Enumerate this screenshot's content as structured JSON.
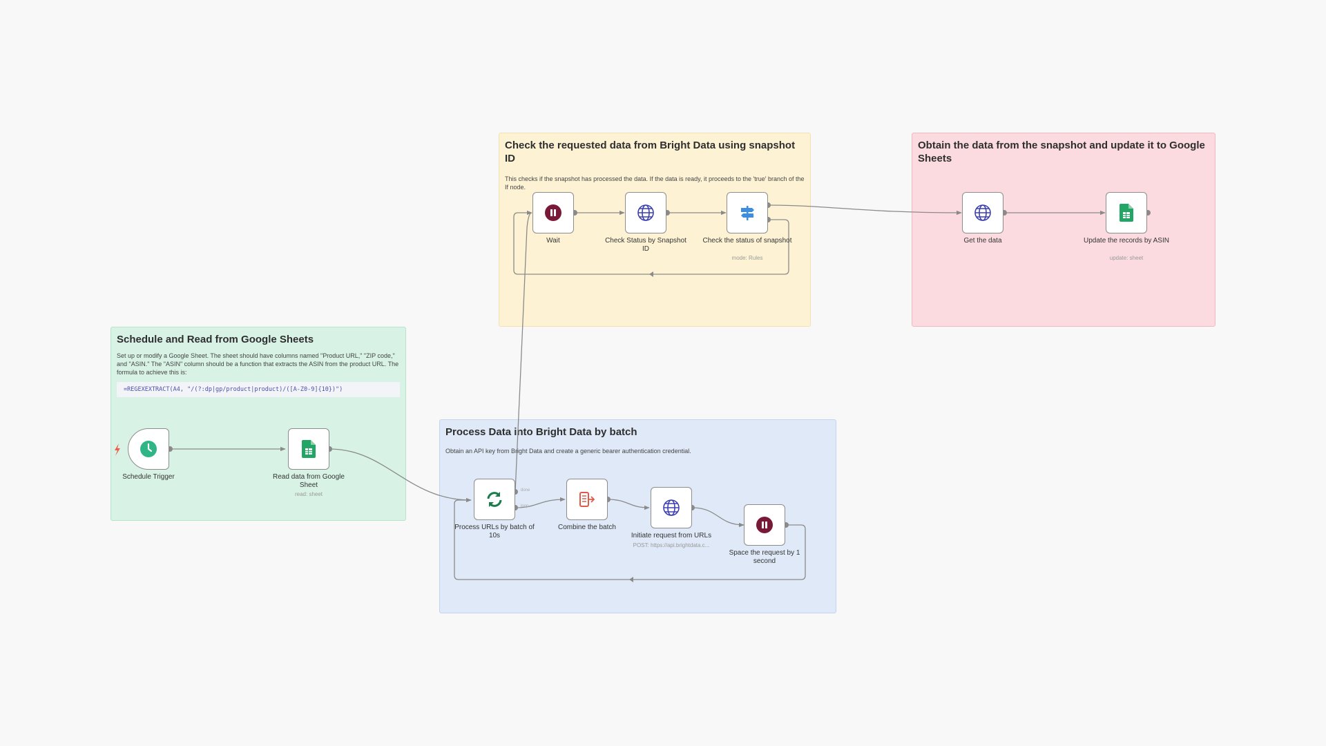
{
  "stickies": {
    "schedule": {
      "title": "Schedule and Read from Google Sheets",
      "desc": "Set up or modify a Google Sheet. The sheet should have columns named \"Product URL,\" \"ZIP code,\" and \"ASIN.\" The \"ASIN\" column should be a function that extracts the ASIN from the product URL. The formula to achieve this is:",
      "code": "=REGEXEXTRACT(A4, \"/(?:dp|gp/product|product)/([A-Z0-9]{10})\")"
    },
    "process": {
      "title": "Process Data into Bright Data by batch",
      "desc": "Obtain an API key from Bright Data and create a generic bearer authentication credential."
    },
    "check": {
      "title": "Check the requested data from Bright Data using snapshot ID",
      "desc": "This checks if the snapshot has processed the data. If the data is ready, it proceeds to the 'true' branch of the If node."
    },
    "obtain": {
      "title": "Obtain the data from the snapshot and update it to Google Sheets"
    }
  },
  "nodes": {
    "schedule_trigger": {
      "label": "Schedule Trigger",
      "icon": "clock-icon"
    },
    "read_sheet": {
      "label": "Read data from Google Sheet",
      "sub": "read: sheet",
      "icon": "google-sheets-icon"
    },
    "process_urls": {
      "label": "Process URLs by batch of 10s",
      "icon": "loop-icon",
      "out_done": "done",
      "out_loop": "loop"
    },
    "combine": {
      "label": "Combine the batch",
      "icon": "code-icon"
    },
    "initiate": {
      "label": "Initiate request from URLs",
      "sub": "POST: https://api.brightdata.c...",
      "icon": "globe-icon"
    },
    "space": {
      "label": "Space the request by 1 second",
      "icon": "pause-icon"
    },
    "wait": {
      "label": "Wait",
      "icon": "pause-icon"
    },
    "check_status": {
      "label": "Check Status by Snapshot ID",
      "icon": "globe-icon"
    },
    "check_snapshot": {
      "label": "Check the status of snapshot",
      "sub": "mode: Rules",
      "icon": "switch-icon",
      "out_true": "true",
      "out_false": "false"
    },
    "get_data": {
      "label": "Get the data",
      "icon": "globe-icon"
    },
    "update_records": {
      "label": "Update the records by ASIN",
      "sub": "update: sheet",
      "icon": "google-sheets-icon"
    }
  },
  "colors": {
    "canvas": "#f8f8f8",
    "sticky_green": "#d8f3e6",
    "sticky_blue": "#dfe9f7",
    "sticky_yellow": "#fdf3d4",
    "sticky_red": "#fbdbe0",
    "wire": "#8a8a8a",
    "trigger_bolt": "#ef5d4a",
    "sheets_green": "#23a566",
    "globe_blue": "#3b3fb0",
    "wait_maroon": "#7a1838",
    "loop_green": "#1d7a4a",
    "code_red": "#e05a4a",
    "switch_blue": "#3d8ee0"
  }
}
